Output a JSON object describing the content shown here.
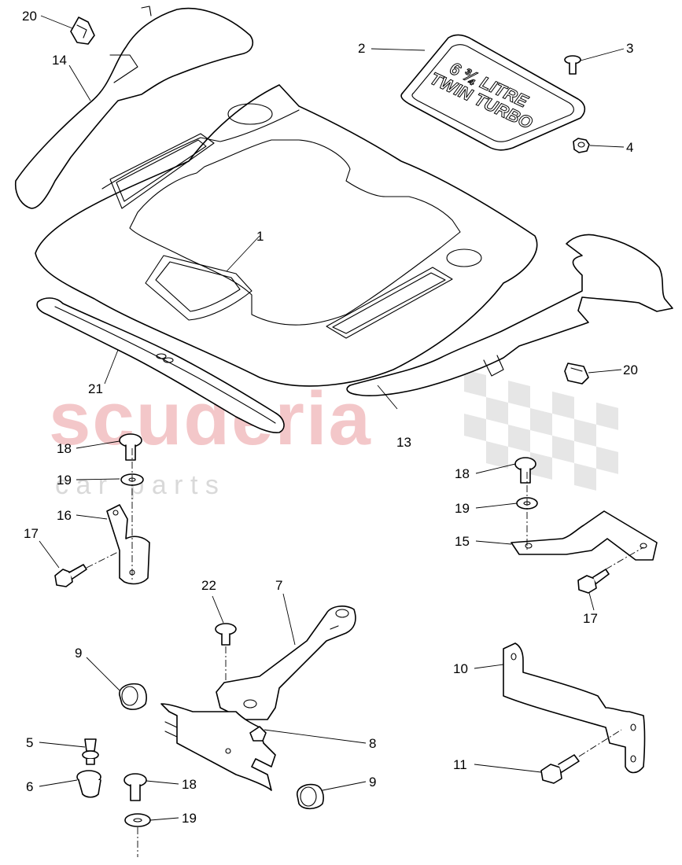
{
  "watermark": {
    "brand": "scuderia",
    "tagline": "c a r   p a r t s"
  },
  "badge": {
    "line1": "6 ¾ LITRE",
    "line2": "TWIN TURBO"
  },
  "callouts": {
    "c1": "1",
    "c2": "2",
    "c3": "3",
    "c4": "4",
    "c5": "5",
    "c6": "6",
    "c7": "7",
    "c8": "8",
    "c9a": "9",
    "c9b": "9",
    "c10": "10",
    "c11": "11",
    "c13": "13",
    "c14": "14",
    "c15": "15",
    "c16": "16",
    "c17a": "17",
    "c17b": "17",
    "c18a": "18",
    "c18b": "18",
    "c18c": "18",
    "c19a": "19",
    "c19b": "19",
    "c19c": "19",
    "c20a": "20",
    "c20b": "20",
    "c21": "21",
    "c22": "22"
  }
}
